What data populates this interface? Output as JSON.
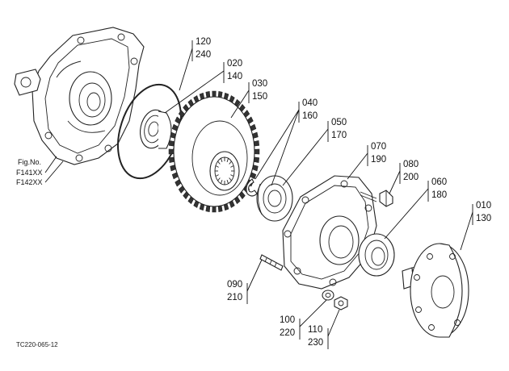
{
  "figure_ref": {
    "heading": "Fig.No.",
    "refs": [
      "F141XX",
      "F142XX"
    ]
  },
  "image_code": "TC220-065-12",
  "callouts": [
    {
      "top": "120",
      "bottom": "240"
    },
    {
      "top": "020",
      "bottom": "140"
    },
    {
      "top": "030",
      "bottom": "150"
    },
    {
      "top": "040",
      "bottom": "160"
    },
    {
      "top": "050",
      "bottom": "170"
    },
    {
      "top": "070",
      "bottom": "190"
    },
    {
      "top": "080",
      "bottom": "200"
    },
    {
      "top": "060",
      "bottom": "180"
    },
    {
      "top": "010",
      "bottom": "130"
    },
    {
      "top": "090",
      "bottom": "210"
    },
    {
      "top": "100",
      "bottom": "220"
    },
    {
      "top": "110",
      "bottom": "230"
    }
  ]
}
